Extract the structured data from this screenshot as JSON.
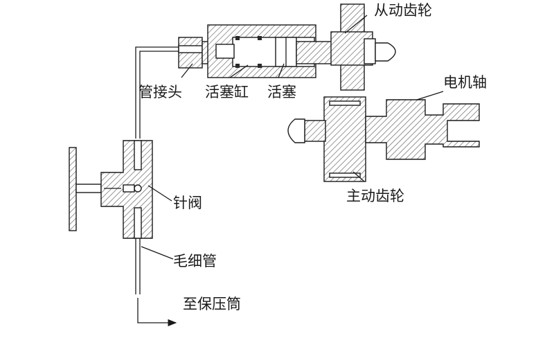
{
  "labels": {
    "driven_gear": "从动齿轮",
    "motor_shaft": "电机轴",
    "pipe_fitting": "管接头",
    "piston_cylinder": "活塞缸",
    "piston": "活塞",
    "driving_gear": "主动齿轮",
    "needle_valve": "针阀",
    "capillary": "毛细管",
    "to_pressure_vessel": "至保压筒"
  },
  "colors": {
    "line": "#1a1a1a",
    "hatch": "#555555",
    "background": "#ffffff"
  }
}
